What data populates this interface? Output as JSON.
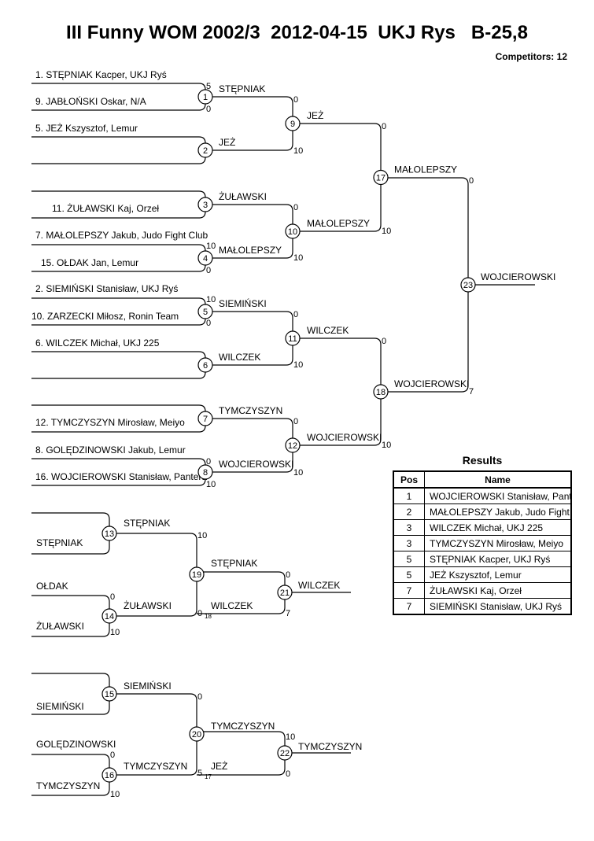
{
  "header": {
    "title": "III Funny WOM 2002/3  2012-04-15  UKJ Rys   B-25,8",
    "competitors": "Competitors: 12"
  },
  "competitors": [
    "1. STĘPNIAK Kacper, UKJ Ryś",
    "9. JABŁOŃSKI Oskar, N/A",
    "5. JEŻ Kszysztof, Lemur",
    "11. ŻUŁAWSKI Kaj, Orzeł",
    "7. MAŁOLEPSZY Jakub, Judo Fight Club",
    "15. OŁDAK Jan, Lemur",
    "2. SIEMIŃSKI Stanisław, UKJ Ryś",
    "10. ZARZECKI Miłosz, Ronin Team",
    "6. WILCZEK Michał, UKJ 225",
    "12. TYMCZYSZYN Mirosław, Meiyo",
    "8. GOLĘDZINOWSKI Jakub, Lemur",
    "16. WOJCIEROWSKI Stanisław, Pantera"
  ],
  "matches": [
    {
      "num": "1",
      "winner": "STĘPNIAK",
      "scores": [
        "5",
        "0"
      ]
    },
    {
      "num": "2",
      "winner": "JEŻ",
      "scores": [],
      "sub": ""
    },
    {
      "num": "3",
      "winner": "ŻUŁAWSKI",
      "scores": []
    },
    {
      "num": "4",
      "winner": "MAŁOLEPSZY",
      "scores": [
        "10",
        "0"
      ]
    },
    {
      "num": "5",
      "winner": "SIEMIŃSKI",
      "scores": [
        "10",
        "0"
      ]
    },
    {
      "num": "6",
      "winner": "WILCZEK",
      "scores": []
    },
    {
      "num": "7",
      "winner": "TYMCZYSZYN",
      "scores": []
    },
    {
      "num": "8",
      "winner": "WOJCIEROWSKI",
      "scores": [
        "0",
        "10"
      ]
    },
    {
      "num": "9",
      "winner": "JEŻ",
      "scores": [
        "0",
        "10"
      ]
    },
    {
      "num": "10",
      "winner": "MAŁOLEPSZY",
      "scores": [
        "0",
        "10"
      ]
    },
    {
      "num": "11",
      "winner": "WILCZEK",
      "scores": [
        "0",
        "10"
      ]
    },
    {
      "num": "12",
      "winner": "WOJCIEROWSKI",
      "scores": [
        "0",
        "10"
      ]
    },
    {
      "num": "17",
      "winner": "MAŁOLEPSZY",
      "scores": [
        "0",
        "10"
      ]
    },
    {
      "num": "18",
      "winner": "WOJCIEROWSKI",
      "scores": [
        "0",
        "10"
      ]
    },
    {
      "num": "23",
      "winner": "WOJCIEROWSKI",
      "scores": [
        "0",
        "7"
      ]
    }
  ],
  "repechage_a": {
    "entrants": [
      "STĘPNIAK",
      "OŁDAK",
      "ŻUŁAWSKI"
    ],
    "matches": [
      {
        "num": "13",
        "winner": "STĘPNIAK",
        "scores": []
      },
      {
        "num": "14",
        "winner": "ŻUŁAWSKI",
        "scores": [
          "0",
          "10"
        ]
      },
      {
        "num": "19",
        "winner": "STĘPNIAK",
        "scores": [
          "10",
          "0"
        ],
        "sub": "18"
      },
      {
        "num": "21",
        "winner": "WILCZEK",
        "scores": [
          "0",
          "7"
        ]
      }
    ],
    "loser_in": "WILCZEK"
  },
  "repechage_b": {
    "entrants": [
      "SIEMIŃSKI",
      "GOLĘDZINOWSKI",
      "TYMCZYSZYN"
    ],
    "matches": [
      {
        "num": "15",
        "winner": "SIEMIŃSKI",
        "scores": []
      },
      {
        "num": "16",
        "winner": "TYMCZYSZYN",
        "scores": [
          "0",
          "10"
        ]
      },
      {
        "num": "20",
        "winner": "TYMCZYSZYN",
        "scores": [
          "0",
          "5"
        ],
        "sub": "17"
      },
      {
        "num": "22",
        "winner": "TYMCZYSZYN",
        "scores": [
          "10",
          "0"
        ]
      }
    ],
    "loser_in": "JEŻ"
  },
  "results": {
    "title": "Results",
    "headers": [
      "Pos",
      "Name"
    ],
    "rows": [
      [
        "1",
        "WOJCIEROWSKI Stanisław, Pantera"
      ],
      [
        "2",
        "MAŁOLEPSZY Jakub, Judo Fight Club"
      ],
      [
        "3",
        "WILCZEK Michał, UKJ 225"
      ],
      [
        "3",
        "TYMCZYSZYN Mirosław, Meiyo"
      ],
      [
        "5",
        "STĘPNIAK Kacper, UKJ Ryś"
      ],
      [
        "5",
        "JEŻ Kszysztof, Lemur"
      ],
      [
        "7",
        "ŻUŁAWSKI Kaj, Orzeł"
      ],
      [
        "7",
        "SIEMIŃSKI Stanisław, UKJ Ryś"
      ]
    ]
  }
}
